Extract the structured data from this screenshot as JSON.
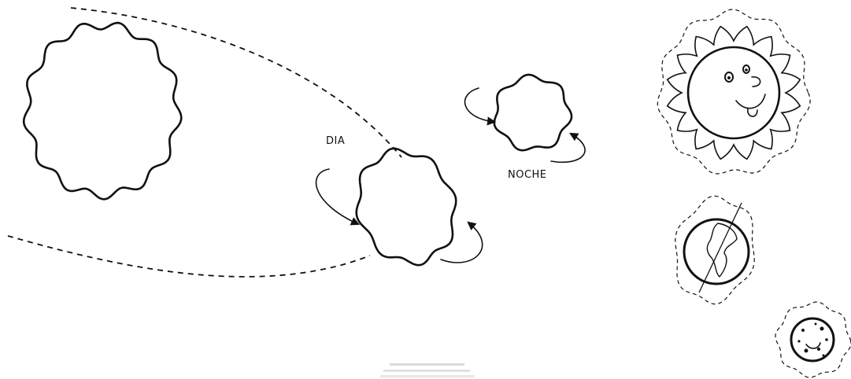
{
  "labels": {
    "day": "DIA",
    "night": "NOCHE"
  },
  "colors": {
    "ink": "#111111",
    "paper": "#ffffff"
  },
  "cutouts": [
    "sun-with-face",
    "earth-globe",
    "moon-with-face"
  ]
}
